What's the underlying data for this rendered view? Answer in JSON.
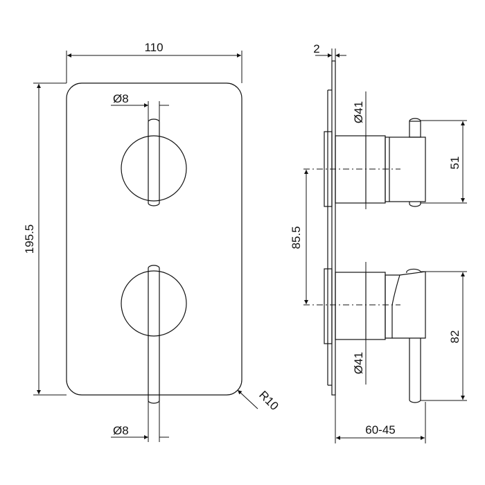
{
  "front_view": {
    "width_label": "110",
    "height_label": "195.5",
    "top_pin_dia_label": "Ø8",
    "bottom_pin_dia_label": "Ø8",
    "corner_radius_label": "R10"
  },
  "side_view": {
    "plate_thickness_label": "2",
    "top_body_dia_label": "Ø41",
    "bottom_body_dia_label": "Ø41",
    "spacing_label": "85.5",
    "top_height_label": "51",
    "bottom_height_label": "82",
    "depth_label": "60-45"
  }
}
